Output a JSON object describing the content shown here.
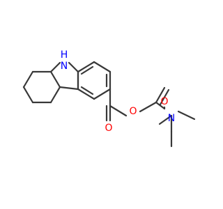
{
  "molecule": {
    "atom_labels": {
      "nh": "N",
      "nh_h": "H",
      "ester_o": "O",
      "ester_carbonyl_o": "O",
      "amide_o": "O",
      "amide_n": "N"
    },
    "colors": {
      "bond": "#383838",
      "nitrogen": "#0000ff",
      "oxygen": "#ff0000"
    }
  }
}
